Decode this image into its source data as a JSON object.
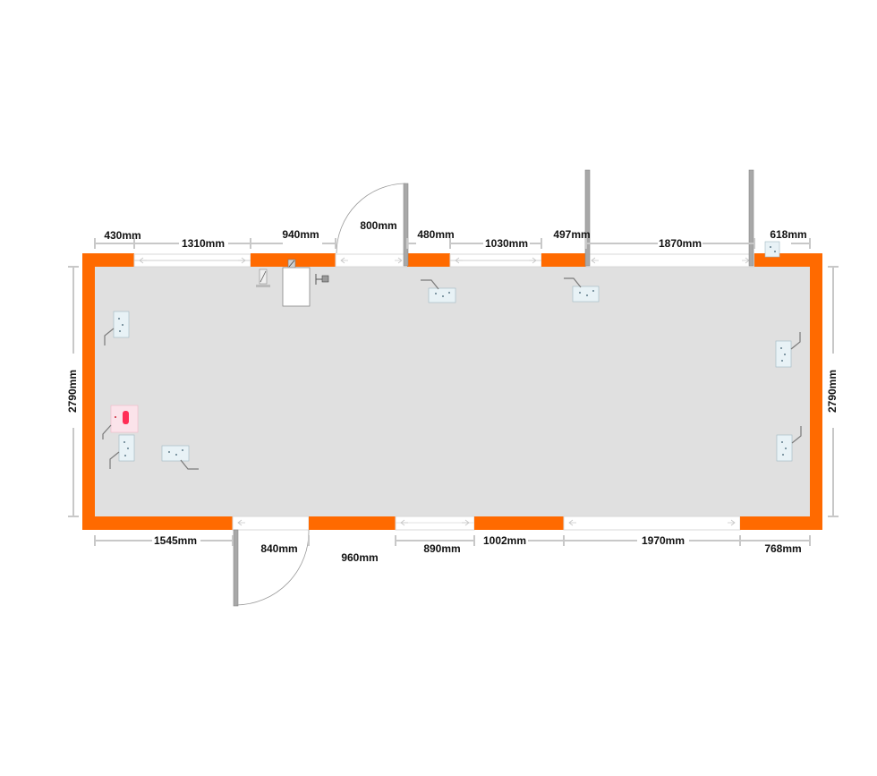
{
  "colors": {
    "wall": "#ff6a00",
    "floor": "#e0e0e0",
    "dimension_line": "#c8c8c8",
    "door_post": "#a8a8a8",
    "socket_highlight": "#ff2d55"
  },
  "dimensions": {
    "top": [
      "430mm",
      "1310mm",
      "940mm",
      "800mm",
      "480mm",
      "1030mm",
      "497mm",
      "1870mm",
      "618mm"
    ],
    "bottom": [
      "1545mm",
      "840mm",
      "960mm",
      "890mm",
      "1002mm",
      "1970mm",
      "768mm"
    ],
    "left_height": "2790mm",
    "right_height": "2790mm"
  },
  "icons": {
    "wall_fixture": "wall-light-icon",
    "socket": "socket-icon",
    "cabinet": "cabinet-icon",
    "switch": "switch-icon"
  }
}
